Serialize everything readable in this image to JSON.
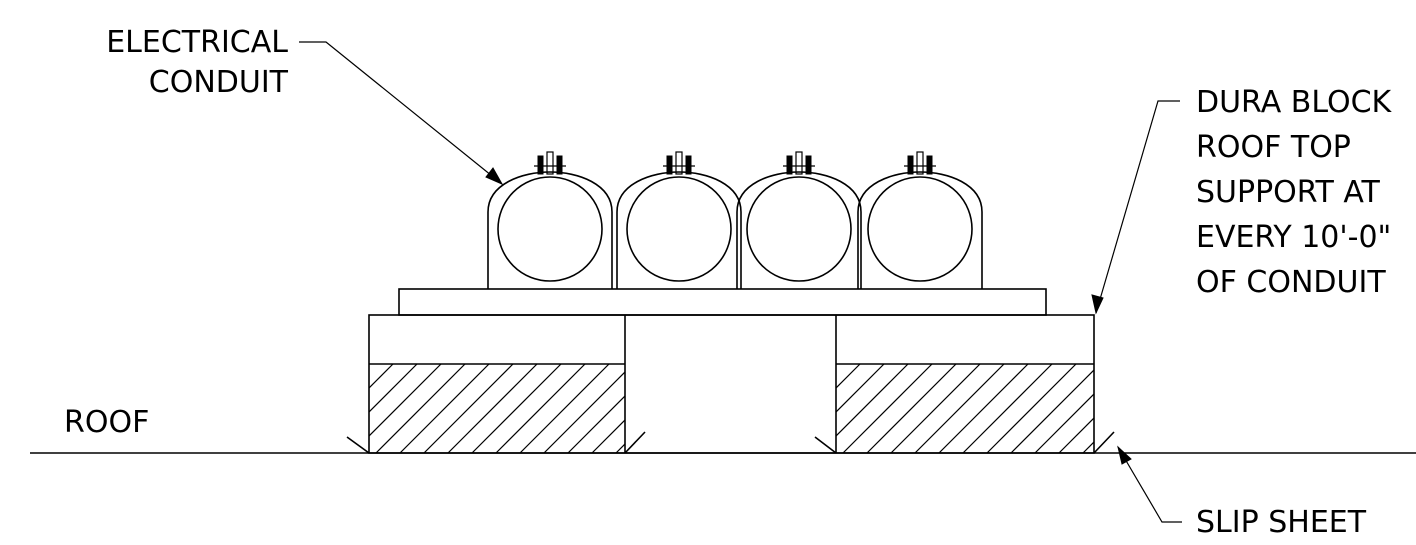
{
  "labels": {
    "electrical_conduit": [
      "ELECTRICAL",
      "CONDUIT"
    ],
    "support": [
      "DURA BLOCK",
      "ROOF TOP",
      "SUPPORT AT",
      "EVERY 10'-0\"",
      "OF CONDUIT"
    ],
    "roof": "ROOF",
    "slip_sheet": "SLIP SHEET"
  },
  "colors": {
    "line": "#000000",
    "background": "#ffffff"
  },
  "conduit_count": 4
}
